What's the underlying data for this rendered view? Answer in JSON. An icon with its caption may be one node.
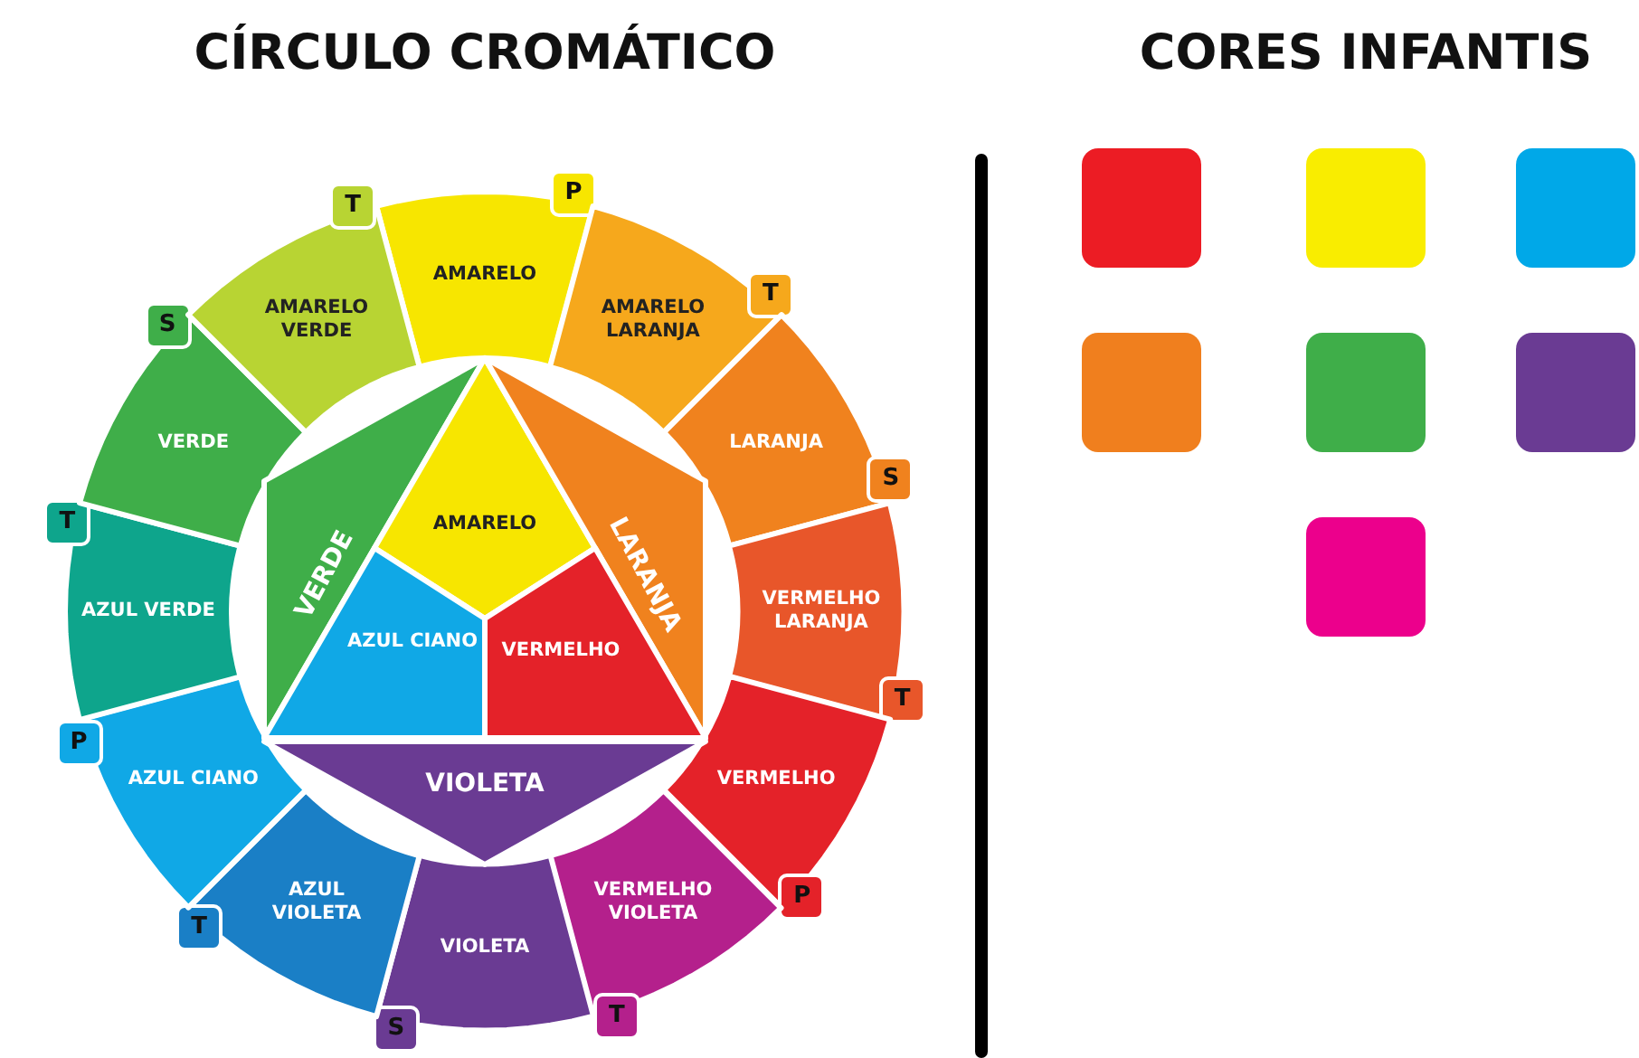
{
  "diagram": {
    "title": "CÍRCULO CROMÁTICO",
    "nodes": [
      {
        "text": [
          "AMARELO"
        ],
        "beside": [
          "P"
        ]
      },
      {
        "text": [
          "AMARELO LARANJA"
        ],
        "beside": [
          "T"
        ]
      },
      {
        "text": [
          "LARANJA"
        ],
        "beside": [
          "S"
        ]
      },
      {
        "text": [
          "VERMELHO LARANJA"
        ],
        "beside": [
          "T"
        ]
      },
      {
        "text": [
          "VERMELHO"
        ],
        "beside": [
          "P"
        ]
      },
      {
        "text": [
          "VERMELHO VIOLETA"
        ],
        "beside": [
          "T"
        ]
      },
      {
        "text": [
          "VIOLETA"
        ],
        "beside": [
          "S"
        ]
      },
      {
        "text": [
          "AZUL VIOLETA"
        ],
        "beside": [
          "T"
        ]
      },
      {
        "text": [
          "AZUL CIANO"
        ],
        "beside": [
          "P"
        ]
      },
      {
        "text": [
          "AZUL VERDE"
        ],
        "beside": [
          "T"
        ]
      },
      {
        "text": [
          "VERDE"
        ],
        "beside": [
          "S"
        ]
      },
      {
        "text": [
          "AMARELO VERDE"
        ],
        "beside": [
          "T"
        ]
      },
      {
        "text": [
          "VERDE"
        ]
      },
      {
        "text": [
          "AMARELO"
        ]
      },
      {
        "text": [
          "LARANJA"
        ]
      },
      {
        "text": [
          "AZUL CIANO"
        ]
      },
      {
        "text": [
          "VERMELHO"
        ]
      },
      {
        "text": [
          "VIOLETA"
        ]
      },
      {
        "text": [],
        "shape": "box"
      },
      {
        "text": [],
        "shape": "box"
      },
      {
        "text": [],
        "shape": "box"
      },
      {
        "text": [],
        "shape": "box"
      },
      {
        "text": [],
        "shape": "box"
      },
      {
        "text": [],
        "shape": "box"
      },
      {
        "text": [],
        "shape": "box"
      }
    ],
    "labels": [
      "CORES INFANTIS"
    ]
  }
}
